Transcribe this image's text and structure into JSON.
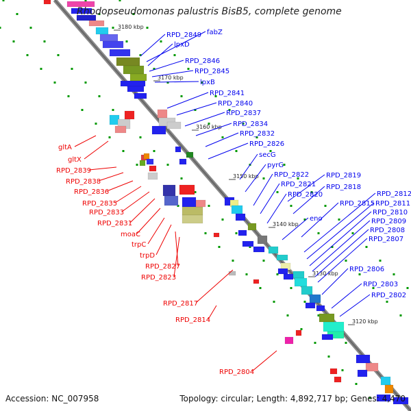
{
  "title": "Rhodopseudomonas palustris BisB5, complete genome",
  "footer": {
    "accession": "Accession: NC_007958",
    "topology": "Topology: circular; Length: 4,892,717 bp; Genes: 4,470"
  },
  "colors": {
    "forward": "#0000ee",
    "reverse": "#ee0000",
    "backbone": "#777777",
    "dot": "#009900"
  },
  "ticks": [
    {
      "label": "3180 kbp"
    },
    {
      "label": "3170 kbp"
    },
    {
      "label": "3160 kbp"
    },
    {
      "label": "3150 kbp"
    },
    {
      "label": "3140 kbp"
    },
    {
      "label": "3130 kbp"
    },
    {
      "label": "3120 kbp"
    }
  ],
  "labels_blue": [
    "RPD_2849",
    "fabZ",
    "lpxD",
    "RPD_2846",
    "RPD_2845",
    "lpxB",
    "RPD_2841",
    "RPD_2840",
    "RPD_2837",
    "RPD_2834",
    "RPD_2832",
    "RPD_2826",
    "secG",
    "pyrG",
    "RPD_2822",
    "RPD_2819",
    "RPD_2821",
    "RPD_2818",
    "RPD_2820",
    "RPD_2815",
    "RPD_2812",
    "RPD_2811",
    "eno",
    "RPD_2810",
    "RPD_2809",
    "RPD_2808",
    "RPD_2807",
    "RPD_2806",
    "RPD_2803",
    "RPD_2802"
  ],
  "labels_red": [
    "gltA",
    "gltX",
    "RPD_2839",
    "RPD_2838",
    "RPD_2836",
    "RPD_2835",
    "RPD_2833",
    "RPD_2831",
    "moaC",
    "trpC",
    "trpD",
    "RPD_2827",
    "RPD_2823",
    "RPD_2817",
    "RPD_2814",
    "RPD_2804"
  ]
}
